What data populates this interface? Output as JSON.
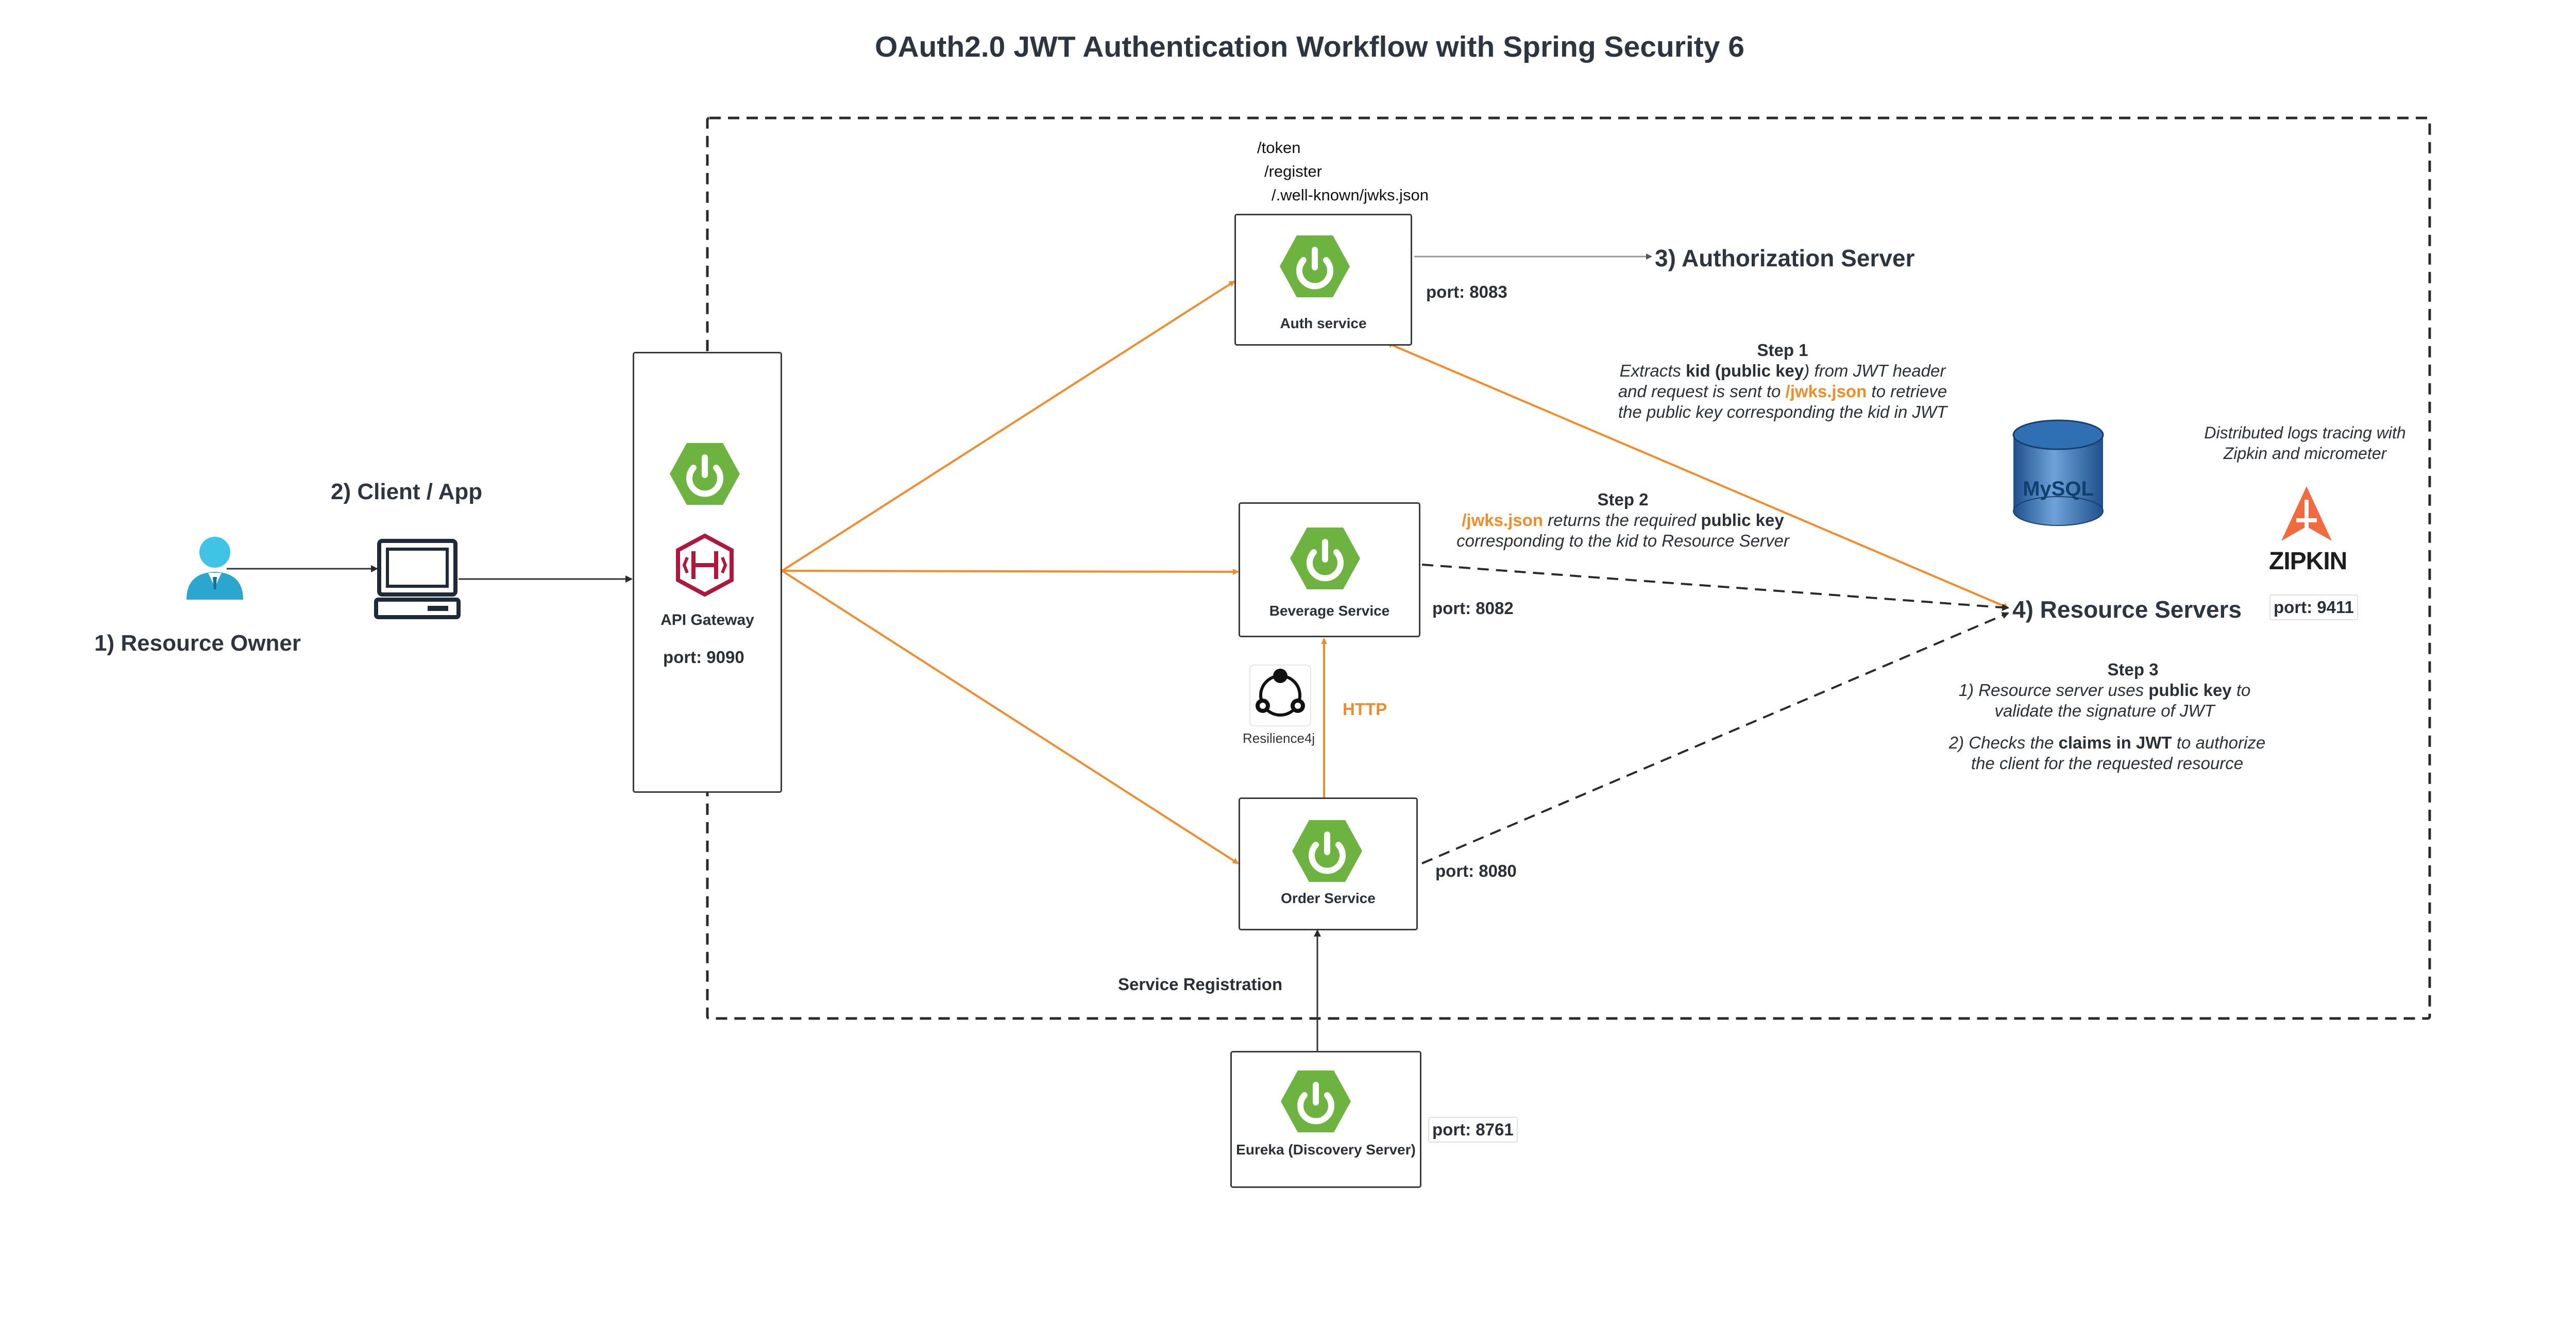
{
  "title": "OAuth2.0 JWT Authentication Workflow with Spring Security 6",
  "actors": {
    "resource_owner": "1) Resource Owner",
    "client_app": "2) Client / App",
    "authorization_server": "3) Authorization Server",
    "resource_servers": "4) Resource Servers"
  },
  "services": {
    "gateway": {
      "name": "API Gateway",
      "port": "port: 9090"
    },
    "auth": {
      "name": "Auth service",
      "port": "port: 8083",
      "endpoints": [
        "/token",
        "/register",
        "/.well-known/jwks.json"
      ]
    },
    "beverage": {
      "name": "Beverage Service",
      "port": "port: 8082"
    },
    "order": {
      "name": "Order Service",
      "port": "port: 8080"
    },
    "eureka": {
      "name": "Eureka (Discovery Server)",
      "port": "port: 8761"
    }
  },
  "labels": {
    "resilience": "Resilience4j",
    "http": "HTTP",
    "service_registration": "Service Registration",
    "mysql": "MySQL",
    "zipkin_logo": "ZIPKIN",
    "zipkin_port": "port: 9411",
    "zipkin_note": [
      "Distributed logs tracing with",
      "Zipkin and micrometer"
    ]
  },
  "steps": {
    "step1": {
      "title": "Step 1",
      "l1a": "Extracts ",
      "l1b": "kid (public key",
      "l1c": ") from JWT header",
      "l2a": "and request is sent to ",
      "l2b": "/jwks.json",
      "l2c": " to retrieve",
      "l3": "the public key corresponding the kid in JWT"
    },
    "step2": {
      "title": "Step 2",
      "l1a": "/jwks.json",
      "l1b": " returns the required ",
      "l1c": "public key",
      "l2": "corresponding to the kid to Resource Server"
    },
    "step3": {
      "title": "Step 3",
      "l1a": "1) Resource server uses ",
      "l1b": "public key",
      "l1c": " to",
      "l2": "validate the signature of JWT",
      "l3a": "2)  Checks the ",
      "l3b": "claims in JWT",
      "l3c": " to authorize",
      "l4": "the client for the requested resource"
    }
  },
  "colors": {
    "spring_green": "#6db33f",
    "orange_arrow": "#f28c28",
    "gateway_red": "#b0173e",
    "zipkin_orange": "#f26a3d",
    "mysql_blue": "#2f6fb3"
  }
}
